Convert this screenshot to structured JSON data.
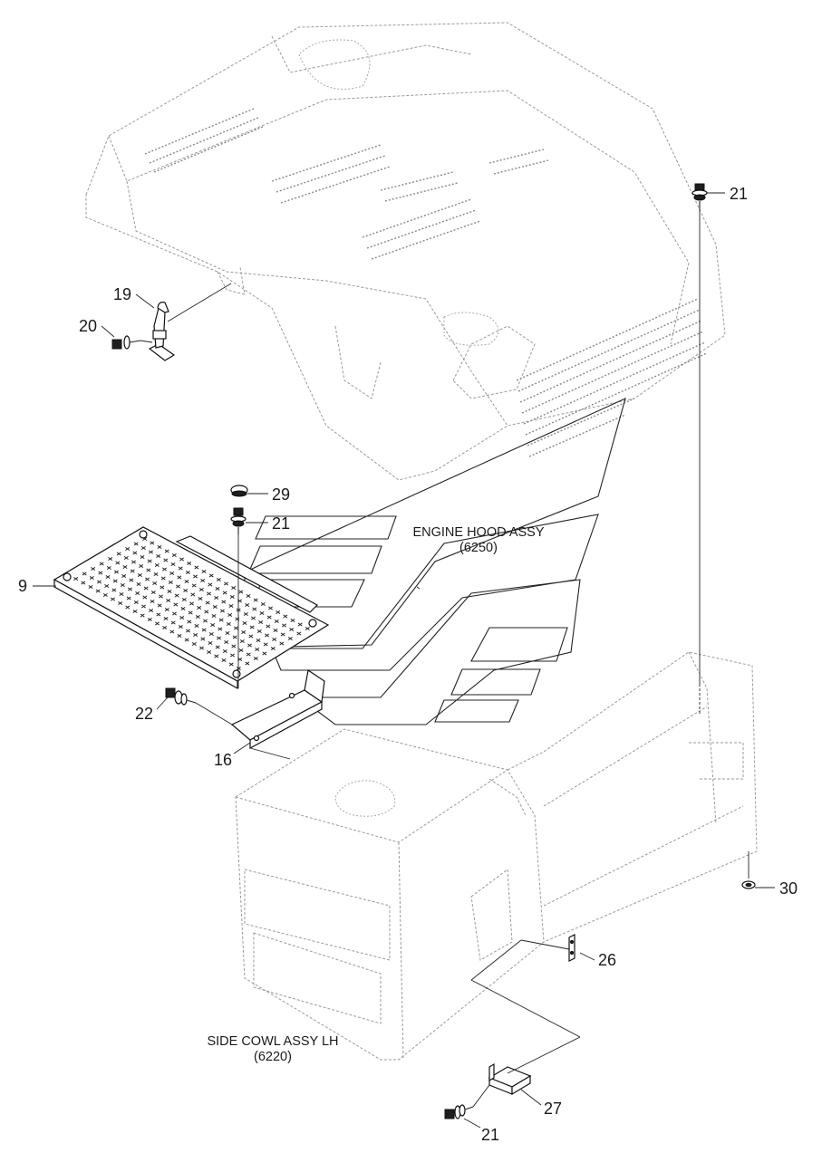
{
  "diagram": {
    "assemblies": [
      {
        "name": "ENGINE HOOD ASSY",
        "code": "(6250)"
      },
      {
        "name": "SIDE COWL ASSY LH",
        "code": "(6220)"
      }
    ],
    "callouts": {
      "c21_top": "21",
      "c19": "19",
      "c20": "20",
      "c29": "29",
      "c21_mid": "21",
      "c9": "9",
      "c22": "22",
      "c16": "16",
      "c30": "30",
      "c26": "26",
      "c27": "27",
      "c21_bottom": "21"
    }
  }
}
